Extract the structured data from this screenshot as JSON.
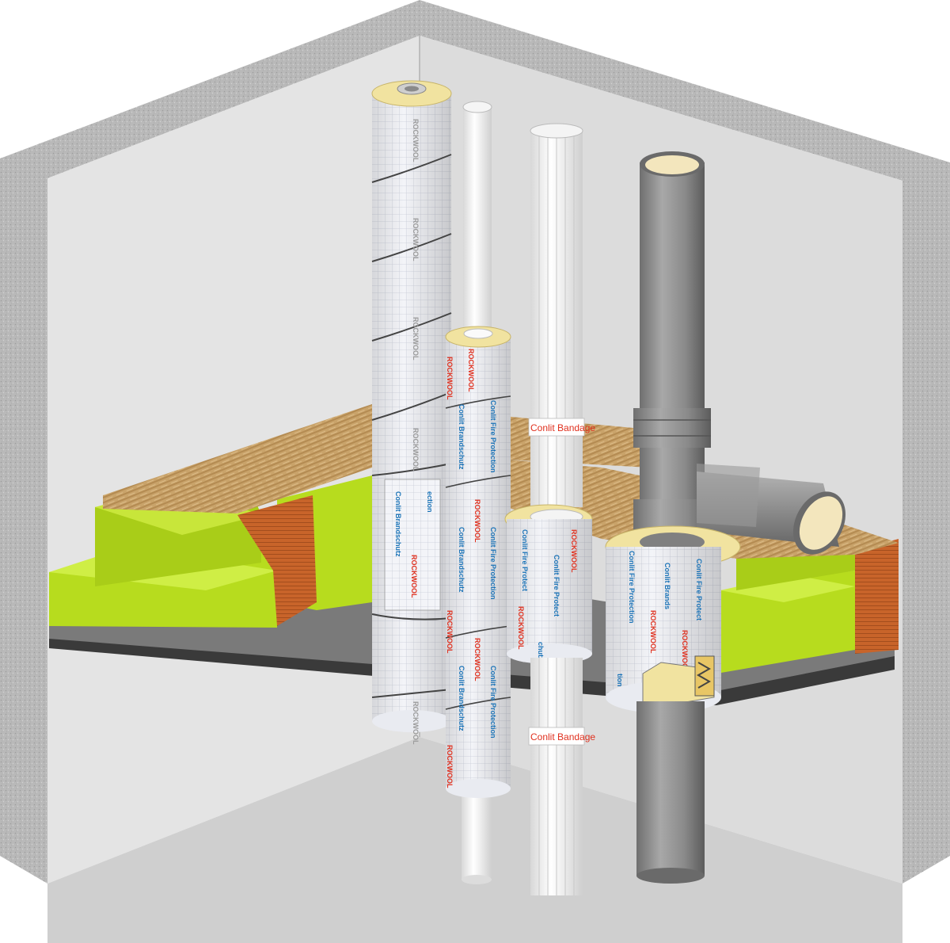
{
  "labels": {
    "brand": "ROCKWOOL",
    "brandschutz": "Conlit Brandschutz",
    "fire_protection": "Conlit Fire Protection",
    "fire_protect_short": "Conlit Fire Protect",
    "brands_short": "Conlit Brands",
    "bandage": "Conlit Bandage",
    "schutz_fragment": "chutz",
    "tion_fragment": "tion",
    "ection_fragment": "ection"
  },
  "colors": {
    "wall_concrete": "#b9b9b9",
    "wall_inner": "#e6e6e6",
    "floor_wood": "#c9a36a",
    "insulation_green": "#b7dc1e",
    "brick": "#c8642a",
    "steel_tray": "#3a3a3a",
    "pipe_grey": "#8f8f8f",
    "brand_red": "#e0301e",
    "brand_blue": "#1c74b8"
  }
}
